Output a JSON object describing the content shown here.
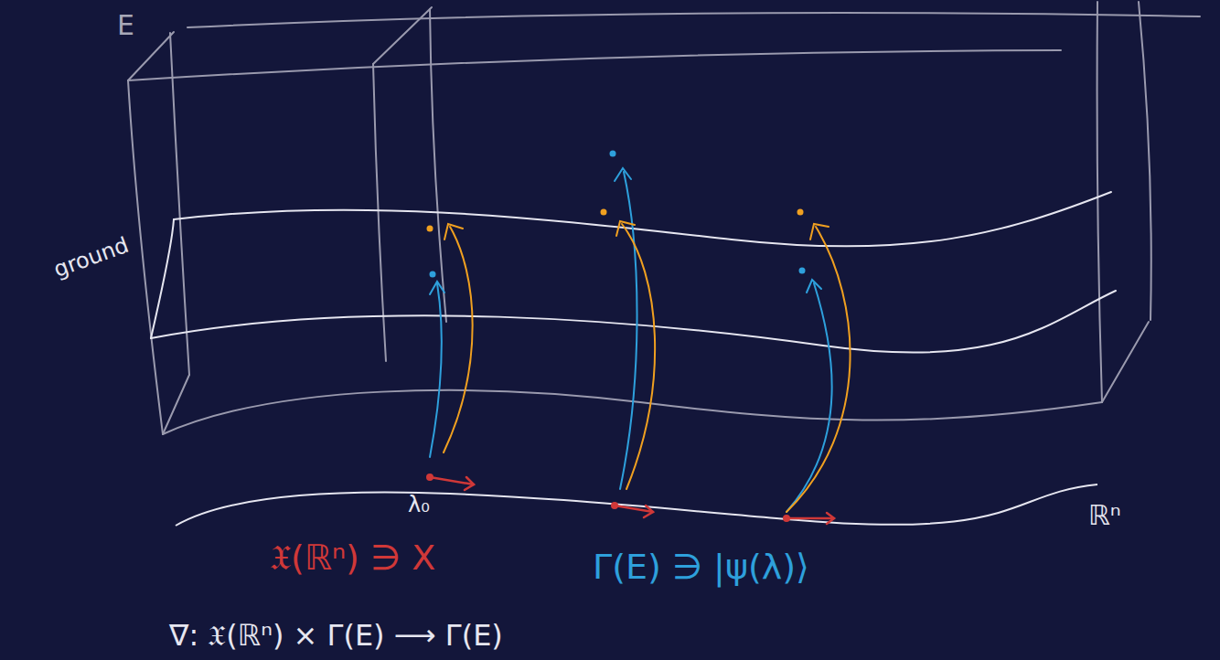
{
  "diagram": {
    "labels": [
      "E",
      "ground",
      "λ₀",
      "ℝⁿ",
      "𝔛(ℝⁿ) ∋ X",
      "Γ(E) ∋ |ψ(λ)⟩",
      "∇: 𝔛(ℝⁿ) × Γ(E) ⟶ Γ(E)"
    ]
  }
}
